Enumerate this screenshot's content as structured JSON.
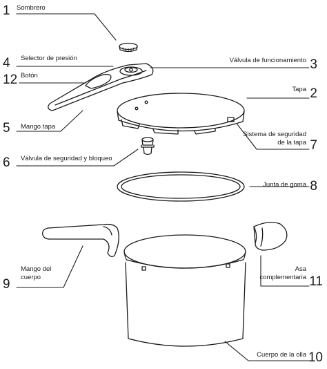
{
  "callouts": [
    {
      "num": "1",
      "label": "Sombrero"
    },
    {
      "num": "2",
      "label": "Tapa"
    },
    {
      "num": "3",
      "label": "Válvula de funcionamiento"
    },
    {
      "num": "4",
      "label": "Selector de presión"
    },
    {
      "num": "5",
      "label": "Mango tapa"
    },
    {
      "num": "6",
      "label": "Válvula de seguridad y bloqueo"
    },
    {
      "num": "7",
      "label_line1": "Sistema de seguridad",
      "label_line2": "de la tapa"
    },
    {
      "num": "8",
      "label": "Junta de goma"
    },
    {
      "num": "9",
      "label_line1": "Mango del",
      "label_line2": "cuerpo"
    },
    {
      "num": "10",
      "label": "Cuerpo de la olla"
    },
    {
      "num": "11",
      "label_line1": "Asa",
      "label_line2": "complementaria"
    },
    {
      "num": "12",
      "label": "Botón"
    }
  ]
}
